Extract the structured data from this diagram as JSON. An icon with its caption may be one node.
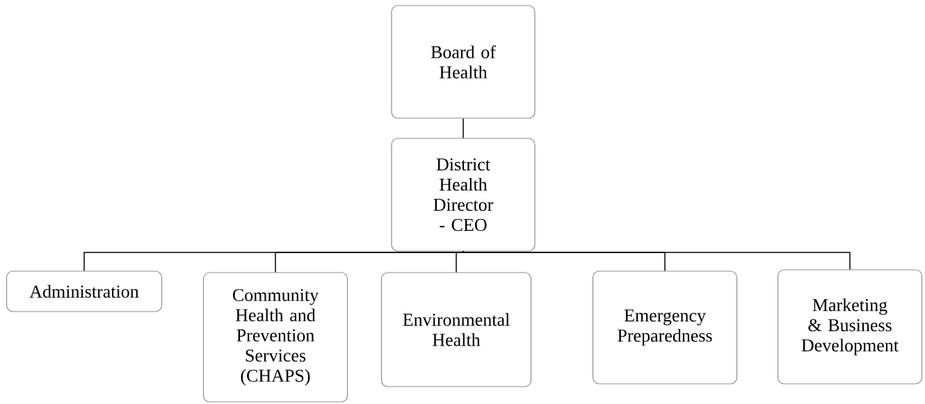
{
  "diagram": {
    "nodes": [
      {
        "text": [
          "Board of Health"
        ]
      },
      {
        "text": [
          "District Health Director - CEO"
        ]
      },
      {
        "text": [
          "Administration"
        ]
      },
      {
        "text": [
          "Community Health and Prevention Services (CHAPS)"
        ]
      },
      {
        "text": [
          "Environmental Health"
        ]
      },
      {
        "text": [
          "Emergency Preparedness"
        ]
      },
      {
        "text": [
          "Marketing & Business Development"
        ]
      }
    ],
    "edges": [
      {
        "from": 0,
        "to": 1,
        "arrow": "none"
      },
      {
        "from": 1,
        "to": 2,
        "arrow": "none"
      },
      {
        "from": 1,
        "to": 3,
        "arrow": "none"
      },
      {
        "from": 1,
        "to": 4,
        "arrow": "none"
      },
      {
        "from": 1,
        "to": 5,
        "arrow": "none"
      },
      {
        "from": 1,
        "to": 6,
        "arrow": "none"
      }
    ]
  }
}
